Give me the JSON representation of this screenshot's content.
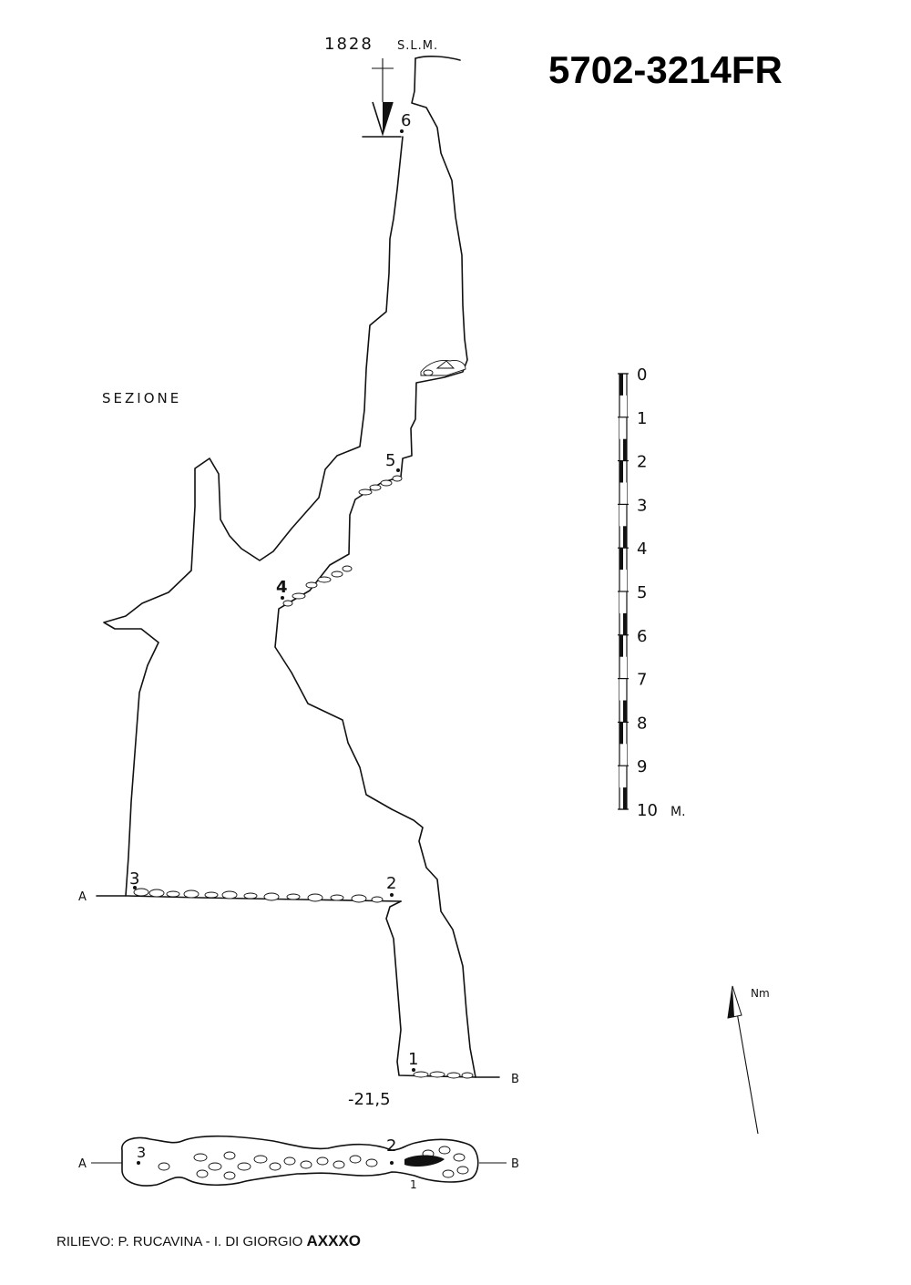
{
  "title": "5702-3214FR",
  "elevation": {
    "value": "1828",
    "unit": "S.L.M."
  },
  "section_label": "SEZIONE",
  "stations": [
    "1",
    "2",
    "3",
    "4",
    "5",
    "6"
  ],
  "depth_label": "-21,5",
  "section_ends": {
    "a": "A",
    "b": "B"
  },
  "plan_ends": {
    "a": "A",
    "b": "B"
  },
  "plan_stations": [
    "1",
    "2",
    "3"
  ],
  "scale": {
    "ticks": [
      "0",
      "1",
      "2",
      "3",
      "4",
      "5",
      "6",
      "7",
      "8",
      "9",
      "10"
    ],
    "unit": "M."
  },
  "north_label": "Nm",
  "credit": {
    "text": "RILIEVO: P. RUCAVINA - I. DI GIORGIO",
    "bold": "AXXXO"
  }
}
